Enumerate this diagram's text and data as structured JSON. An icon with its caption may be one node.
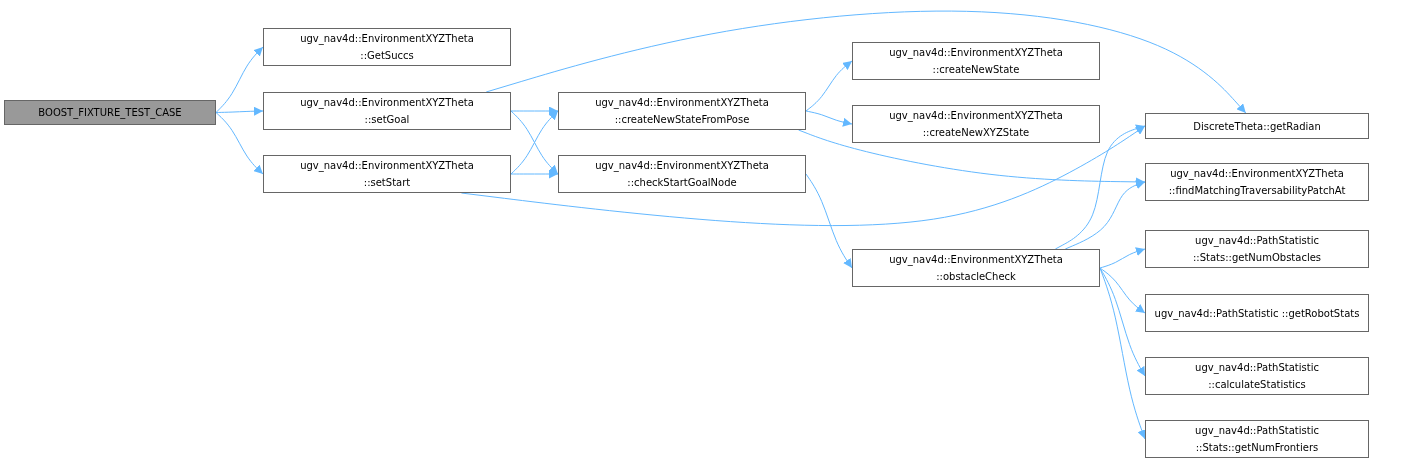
{
  "diagram": {
    "nodes": [
      {
        "text": [
          "BOOST_FIXTURE_TEST_CASE"
        ]
      },
      {
        "text": [
          "ugv_nav4d::EnvironmentXYZTheta ::GetSuccs"
        ]
      },
      {
        "text": [
          "ugv_nav4d::EnvironmentXYZTheta ::setGoal"
        ]
      },
      {
        "text": [
          "ugv_nav4d::EnvironmentXYZTheta ::setStart"
        ]
      },
      {
        "text": [
          "ugv_nav4d::EnvironmentXYZTheta ::createNewStateFromPose"
        ]
      },
      {
        "text": [
          "ugv_nav4d::EnvironmentXYZTheta ::checkStartGoalNode"
        ]
      },
      {
        "text": [
          "ugv_nav4d::EnvironmentXYZTheta ::createNewState"
        ]
      },
      {
        "text": [
          "ugv_nav4d::EnvironmentXYZTheta ::createNewXYZState"
        ]
      },
      {
        "text": [
          "ugv_nav4d::EnvironmentXYZTheta ::obstacleCheck"
        ]
      },
      {
        "text": [
          "DiscreteTheta::getRadian"
        ]
      },
      {
        "text": [
          "ugv_nav4d::EnvironmentXYZTheta ::findMatchingTraversabilityPatchAt"
        ]
      },
      {
        "text": [
          "ugv_nav4d::PathStatistic ::Stats::getNumObstacles"
        ]
      },
      {
        "text": [
          "ugv_nav4d::PathStatistic ::getRobotStats"
        ]
      },
      {
        "text": [
          "ugv_nav4d::PathStatistic ::calculateStatistics"
        ]
      },
      {
        "text": [
          "ugv_nav4d::PathStatistic ::Stats::getNumFrontiers"
        ]
      }
    ],
    "edges": [
      {
        "from": 0,
        "to": 1,
        "arrow": "to"
      },
      {
        "from": 0,
        "to": 2,
        "arrow": "to"
      },
      {
        "from": 0,
        "to": 3,
        "arrow": "to"
      },
      {
        "from": 2,
        "to": 9,
        "arrow": "to"
      },
      {
        "from": 2,
        "to": 4,
        "arrow": "to"
      },
      {
        "from": 2,
        "to": 5,
        "arrow": "to"
      },
      {
        "from": 3,
        "to": 4,
        "arrow": "to"
      },
      {
        "from": 3,
        "to": 5,
        "arrow": "to"
      },
      {
        "from": 3,
        "to": 9,
        "arrow": "to"
      },
      {
        "from": 4,
        "to": 6,
        "arrow": "to"
      },
      {
        "from": 4,
        "to": 7,
        "arrow": "to"
      },
      {
        "from": 4,
        "to": 10,
        "arrow": "to"
      },
      {
        "from": 5,
        "to": 8,
        "arrow": "to"
      },
      {
        "from": 8,
        "to": 9,
        "arrow": "to"
      },
      {
        "from": 8,
        "to": 10,
        "arrow": "to"
      },
      {
        "from": 8,
        "to": 11,
        "arrow": "to"
      },
      {
        "from": 8,
        "to": 12,
        "arrow": "to"
      },
      {
        "from": 8,
        "to": 13,
        "arrow": "to"
      },
      {
        "from": 8,
        "to": 14,
        "arrow": "to"
      }
    ]
  }
}
